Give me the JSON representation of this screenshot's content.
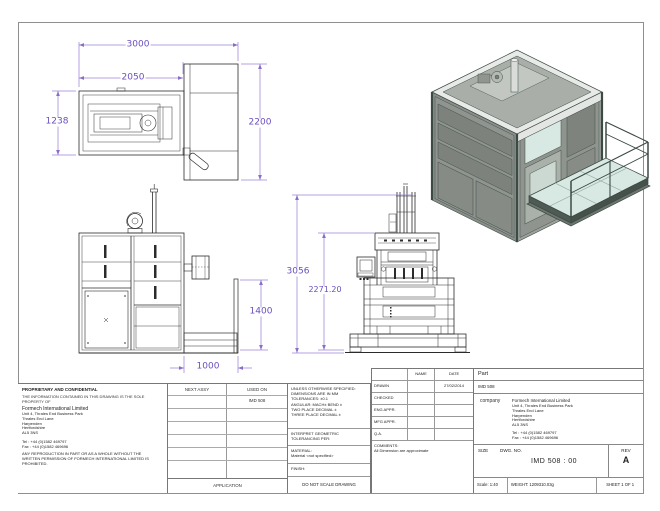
{
  "views": {
    "top": {
      "dim_overall_width": "3000",
      "dim_body_width": "2050",
      "dim_body_depth": "1238",
      "dim_overall_depth": "2200"
    },
    "side": {
      "dim_platform_height": "1400",
      "dim_platform_length": "1000"
    },
    "front": {
      "dim_overall_height": "3056",
      "dim_frame_height": "2271.20"
    }
  },
  "title_block": {
    "proprietary": {
      "heading": "PROPRIETARY AND CONFIDENTIAL",
      "body": "THE INFORMATION CONTAINED IN THIS DRAWING IS THE SOLE PROPERTY OF",
      "company_name": "Formech International Limited",
      "address_lines": [
        "Unit 4, Thrales End Business Park",
        "Thrales End Lane",
        "Harpenden",
        "Hertfordshire",
        "AL5 3NS"
      ],
      "tel": "Tel : +44 (0)1582 469797",
      "fax": "Fax : +44 (0)1582 469696",
      "notice": "ANY REPRODUCTION IN PART OR AS A WHOLE WITHOUT THE WRITTEN PERMISSION OF FORMECH INTERNATIONAL LIMITED IS PROHIBITED."
    },
    "application": {
      "next_assy": "NEXT ASSY",
      "used_on": "USED ON",
      "used_on_value": "IMD 508",
      "label": "APPLICATION"
    },
    "specs": {
      "unless": "UNLESS OTHERWISE SPECIFIED:",
      "line1": "DIMENSIONS ARE IN MM",
      "line2": "TOLERANCES: ±0.1",
      "line3": "ANGULAR: MACH±   BEND ±",
      "line4": "TWO PLACE DECIMAL     ±",
      "line5": "THREE PLACE DECIMAL  ±",
      "interpret": "INTERPRET GEOMETRIC TOLERANCING PER:",
      "material_label": "MATERIAL:",
      "material_value": "Material <not specified>",
      "finish_label": "FINISH:",
      "do_not_scale": "DO NOT SCALE DRAWING"
    },
    "approvals": {
      "name_header": "NAME",
      "date_header": "DATE",
      "rows": [
        {
          "label": "DRAWN",
          "name": "",
          "date": "27/02/2014"
        },
        {
          "label": "CHECKED",
          "name": "",
          "date": ""
        },
        {
          "label": "ENG APPR.",
          "name": "",
          "date": ""
        },
        {
          "label": "MFG APPR.",
          "name": "",
          "date": ""
        },
        {
          "label": "Q.A.",
          "name": "",
          "date": ""
        }
      ],
      "comments_label": "COMMENTS:",
      "comments_value": "All Dimension are approximate"
    },
    "part_block": {
      "part_header": "Part",
      "part_value": "IMD 508",
      "company_label": "company",
      "company_name": "Formech International Limited",
      "address_lines": [
        "Unit 4, Thrales End Business Park",
        "Thrales End Lane",
        "Harpenden",
        "Hertfordshire",
        "AL5 3NS"
      ],
      "tel": "Tel : +44 (0)1582 469797",
      "fax": "Fax : +44 (0)1582 469696",
      "size_label": "SIZE",
      "dwg_label": "DWG.  NO.",
      "dwg_no": "IMD 508 : 00",
      "rev_label": "REV",
      "rev_value": "A",
      "scale": "Scale: 1:40",
      "weight": "WEIGHT: 1209310.03g",
      "sheet": "SHEET 1 OF 1"
    }
  },
  "colors": {
    "dimension_purple": "#6a4fbe",
    "dimension_line": "#9b82d6",
    "drawing_line": "#2b2b2b",
    "machine_gray": "#8b908b",
    "frame_teal": "#3c4a44",
    "glass_cyan": "#d8e8e2"
  }
}
